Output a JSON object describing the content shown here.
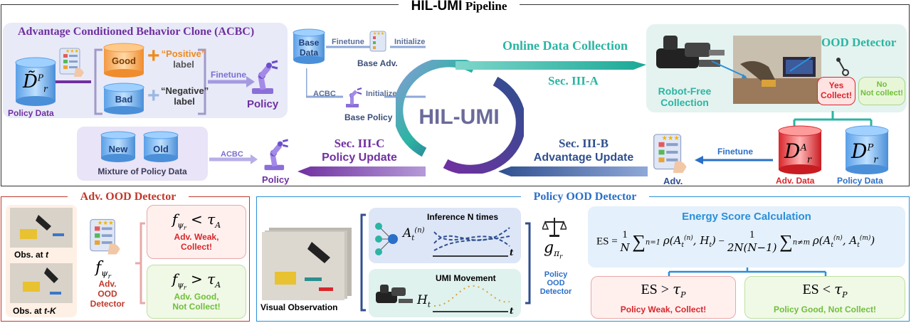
{
  "title": {
    "main": "HIL-UMI",
    "suffix": "Pipeline"
  },
  "acbc": {
    "title": "Advantage Conditioned Behavior Clone (ACBC)",
    "data_label": "Policy Data",
    "good": "Good",
    "bad": "Bad",
    "positive": "“Positive”",
    "positive2": "label",
    "negative": "“Negative”",
    "negative2": "label",
    "finetune": "Finetune",
    "policy": "Policy",
    "plus": "+"
  },
  "base": {
    "data1": "Base",
    "data2": "Data",
    "finetune": "Finetune",
    "initialize": "Initialize",
    "adv": "Base Adv.",
    "acbc": "ACBC",
    "initialize2": "Initialize",
    "policy": "Base Policy"
  },
  "cycle": {
    "center": "HIL-UMI"
  },
  "online": {
    "title": "Online Data Collection",
    "sec": "Sec. III-A"
  },
  "robotfree": {
    "line1": "Robot-Free",
    "line2": "Collection",
    "ood": "OOD Detector",
    "yes1": "Yes",
    "yes2": "Collect!",
    "no1": "No",
    "no2": "Not collect!"
  },
  "mixture": {
    "new": "New",
    "old": "Old",
    "label": "Mixture of Policy Data",
    "acbc": "ACBC",
    "policy": "Policy"
  },
  "policy_update": {
    "sec": "Sec. III-C",
    "label": "Policy Update"
  },
  "adv_update": {
    "sec": "Sec. III-B",
    "label": "Advantage Update",
    "finetune": "Finetune",
    "adv": "Adv."
  },
  "datasets": {
    "adv_label": "Adv. Data",
    "policy_label": "Policy Data"
  },
  "adv_ood": {
    "title": "Adv. OOD Detector",
    "obs1_prefix": "Obs. at ",
    "obs1_var": "t",
    "obs2_prefix": "Obs. at ",
    "obs2_var": "t-K",
    "det1": "Adv.",
    "det2": "OOD",
    "det3": "Detector",
    "weak1": "Adv. Weak,",
    "weak2": "Collect!",
    "good1": "Adv. Good,",
    "good2": "Not Collect!"
  },
  "policy_ood": {
    "title": "Policy OOD Detector",
    "visual": "Visual Observation",
    "inference": "Inference N times",
    "umi": "UMI Movement",
    "t": "t",
    "det1": "Policy",
    "det2": "OOD",
    "det3": "Detector",
    "energy_title": "Energy Score Calculation",
    "weak": "Policy Weak, Collect!",
    "good": "Policy Good, Not Collect!"
  },
  "colors": {
    "purple": "#7030a0",
    "teal": "#2bb5a3",
    "navy": "#2f4f8f",
    "red": "#d9262b",
    "green": "#6fbf3a",
    "blue": "#3a78c9",
    "orange": "#f08a1c"
  }
}
